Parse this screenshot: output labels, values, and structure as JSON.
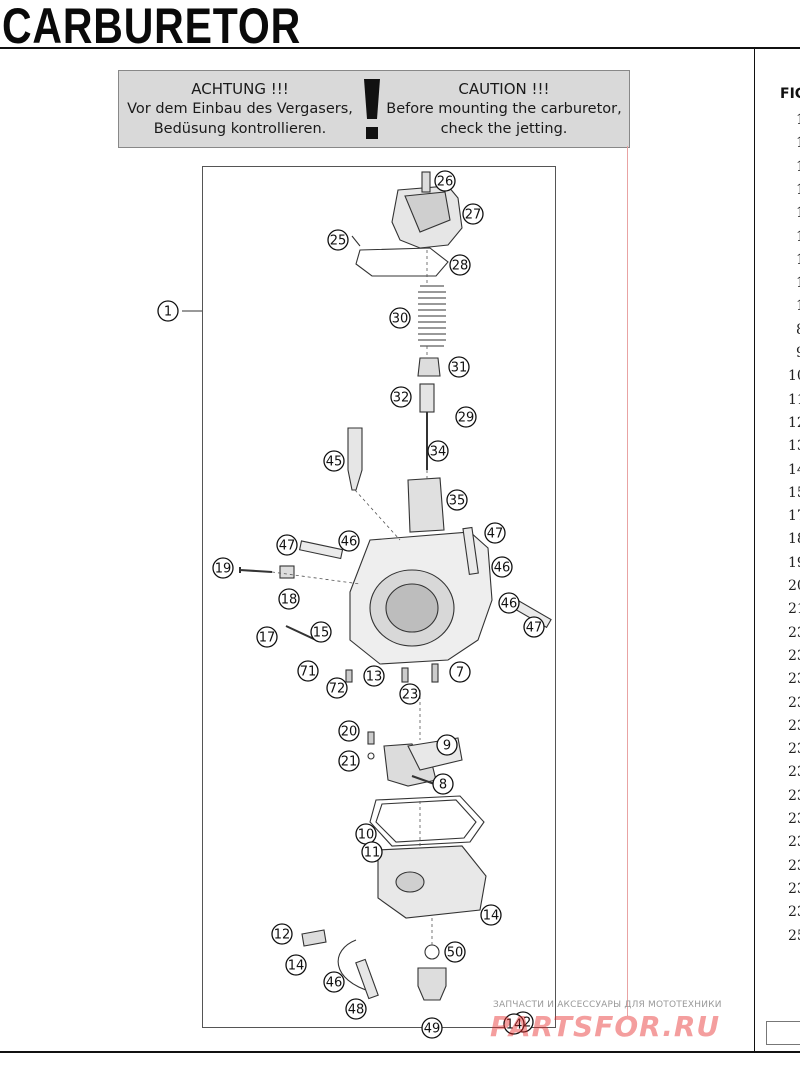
{
  "page": {
    "title": "CARBURETOR"
  },
  "caution": {
    "de_head": "ACHTUNG !!!",
    "de_line1": "Vor dem Einbau des Vergasers,",
    "de_line2": "Bedüsung kontrollieren.",
    "en_head": "CAUTION !!!",
    "en_line1": "Before mounting the carburetor,",
    "en_line2": "check the jetting."
  },
  "side_list": {
    "header": "FIG",
    "numbers": [
      "1",
      "1",
      "1",
      "1",
      "1",
      "1",
      "1",
      "1",
      "1",
      "8",
      "9",
      "10",
      "11",
      "12",
      "13",
      "14",
      "15",
      "17",
      "18",
      "19",
      "20",
      "21",
      "23",
      "23",
      "23",
      "23",
      "23",
      "23",
      "23",
      "23",
      "23",
      "23",
      "23",
      "23",
      "23",
      "25"
    ]
  },
  "callouts": [
    {
      "n": "1"
    },
    {
      "n": "7"
    },
    {
      "n": "8"
    },
    {
      "n": "9"
    },
    {
      "n": "10"
    },
    {
      "n": "11"
    },
    {
      "n": "12"
    },
    {
      "n": "12"
    },
    {
      "n": "13"
    },
    {
      "n": "14"
    },
    {
      "n": "14"
    },
    {
      "n": "14"
    },
    {
      "n": "15"
    },
    {
      "n": "17"
    },
    {
      "n": "18"
    },
    {
      "n": "19"
    },
    {
      "n": "20"
    },
    {
      "n": "21"
    },
    {
      "n": "23"
    },
    {
      "n": "25"
    },
    {
      "n": "26"
    },
    {
      "n": "27"
    },
    {
      "n": "28"
    },
    {
      "n": "29"
    },
    {
      "n": "30"
    },
    {
      "n": "31"
    },
    {
      "n": "32"
    },
    {
      "n": "34"
    },
    {
      "n": "35"
    },
    {
      "n": "45"
    },
    {
      "n": "46"
    },
    {
      "n": "46"
    },
    {
      "n": "46"
    },
    {
      "n": "46"
    },
    {
      "n": "47"
    },
    {
      "n": "47"
    },
    {
      "n": "47"
    },
    {
      "n": "48"
    },
    {
      "n": "49"
    },
    {
      "n": "50"
    },
    {
      "n": "71"
    },
    {
      "n": "72"
    }
  ],
  "watermark": {
    "line1": "ЗАПЧАСТИ И АКСЕССУАРЫ ДЛЯ МОТОТЕХНИКИ",
    "line2": "PARTSFOR.RU"
  }
}
